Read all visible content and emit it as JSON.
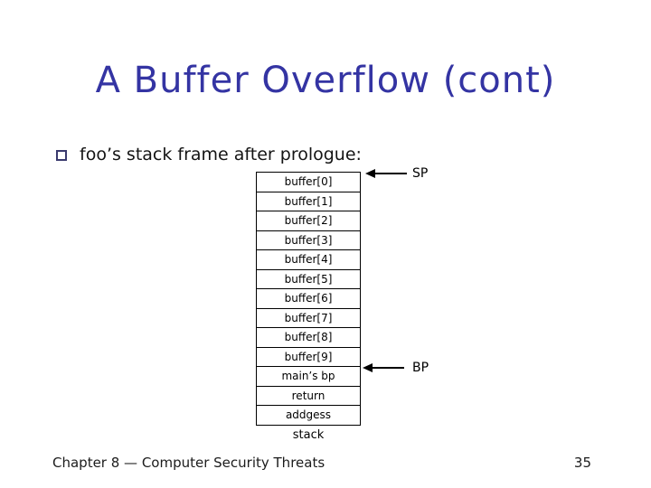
{
  "slide": {
    "title": "A Buffer Overflow (cont)",
    "bullet": {
      "icon": "hollow-square-bullet",
      "text": "foo’s stack frame after prologue:"
    },
    "diagram": {
      "stack_cells": [
        "buffer[0]",
        "buffer[1]",
        "buffer[2]",
        "buffer[3]",
        "buffer[4]",
        "buffer[5]",
        "buffer[6]",
        "buffer[7]",
        "buffer[8]",
        "buffer[9]",
        "main’s bp",
        "return",
        "addgess"
      ],
      "caption": "stack",
      "sp_label": "SP",
      "bp_label": "BP"
    },
    "footer": {
      "chapter": "Chapter 8 — Computer Security Threats",
      "page_number": "35"
    },
    "colors": {
      "background": "#ffffff",
      "title": "#3434a3",
      "bullet_square": "#3a3a6e",
      "body_text": "#141414",
      "diagram_lines": "#000000"
    }
  }
}
